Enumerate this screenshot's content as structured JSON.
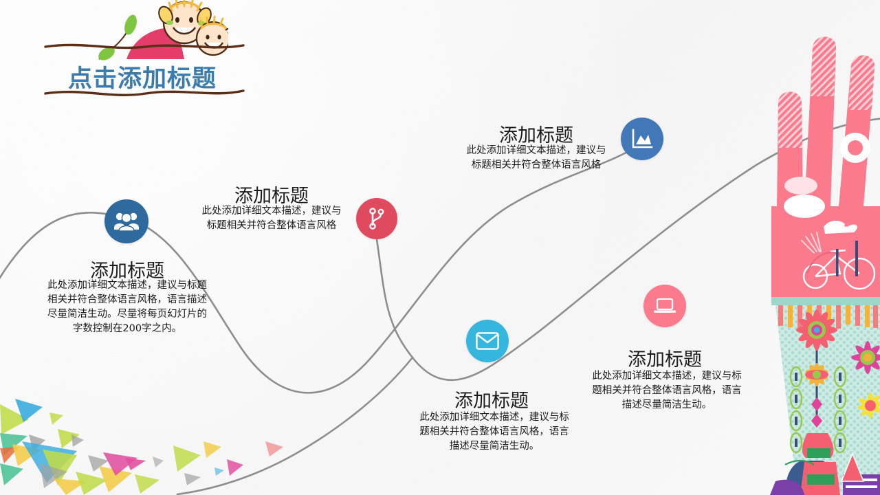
{
  "slide": {
    "title": "点击添加标题",
    "background_color": "#fbfbfb",
    "title_color": "#3b7cae"
  },
  "nodes": [
    {
      "id": "users",
      "icon": "users-group-icon",
      "icon_color": "#2f6a9e",
      "title": "添加标题",
      "body": "此处添加详细文本描述，建议与标题相关并符合整体语言风格，语言描述尽量简洁生动。尽量将每页幻灯片的字数控制在200字之内。"
    },
    {
      "id": "branch",
      "icon": "git-branch-icon",
      "icon_color": "#e04a5f",
      "title": "添加标题",
      "body": "此处添加详细文本描述，建议与标题相关并符合整体语言风格"
    },
    {
      "id": "chart",
      "icon": "area-chart-icon",
      "icon_color": "#4277b8",
      "title": "添加标题",
      "body": "此处添加详细文本描述，建议与标题相关并符合整体语言风格"
    },
    {
      "id": "mail",
      "icon": "envelope-icon",
      "icon_color": "#35b6de",
      "title": "添加标题",
      "body": "此处添加详细文本描述，建议与标题相关并符合整体语言风格，语言描述尽量简洁生动。"
    },
    {
      "id": "laptop",
      "icon": "laptop-icon",
      "icon_color": "#fb7a8c",
      "title": "添加标题",
      "body": "此处添加详细文本描述，建议与标题相关并符合整体语言风格，语言描述尽量简洁生动。"
    }
  ],
  "decorations": {
    "hand_illustration": "pink-hand-illustration",
    "kids_illustration": "two-children-illustration",
    "triangles": "colored-triangles-cluster",
    "connector": "curved-connector-lines",
    "connector_color": "#8d8d8d"
  }
}
